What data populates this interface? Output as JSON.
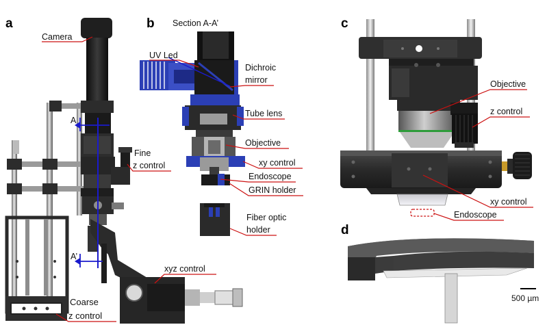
{
  "panels": {
    "a": {
      "letter": "a",
      "labels": {
        "camera": "Camera",
        "fine_line1": "Fine",
        "fine_line2": "z control",
        "section_a": "A",
        "section_a_prime": "A’",
        "xyz_control": "xyz control",
        "coarse_line1": "Coarse",
        "coarse_line2": "z control"
      }
    },
    "b": {
      "letter": "b",
      "labels": {
        "section_title": "Section A-A’",
        "uv_led": "UV Led",
        "dichroic_line1": "Dichroic",
        "dichroic_line2": "mirror",
        "tube_lens": "Tube lens",
        "objective": "Objective",
        "xy_control": "xy control",
        "endoscope": "Endoscope",
        "grin_holder": "GRIN holder",
        "fiber_line1": "Fiber optic",
        "fiber_line2": "holder"
      }
    },
    "c": {
      "letter": "c",
      "labels": {
        "objective": "Objective",
        "z_control": "z control",
        "xy_control": "xy control",
        "endoscope": "Endoscope"
      }
    },
    "d": {
      "letter": "d",
      "scale_bar": "500 µm"
    }
  },
  "colors": {
    "leader": "#cc1111",
    "section_line": "#1a1acc",
    "blue_part": "#2b3fb5",
    "dark_metal": "#2a2a2a",
    "aluminium": "#9a9a9a"
  }
}
